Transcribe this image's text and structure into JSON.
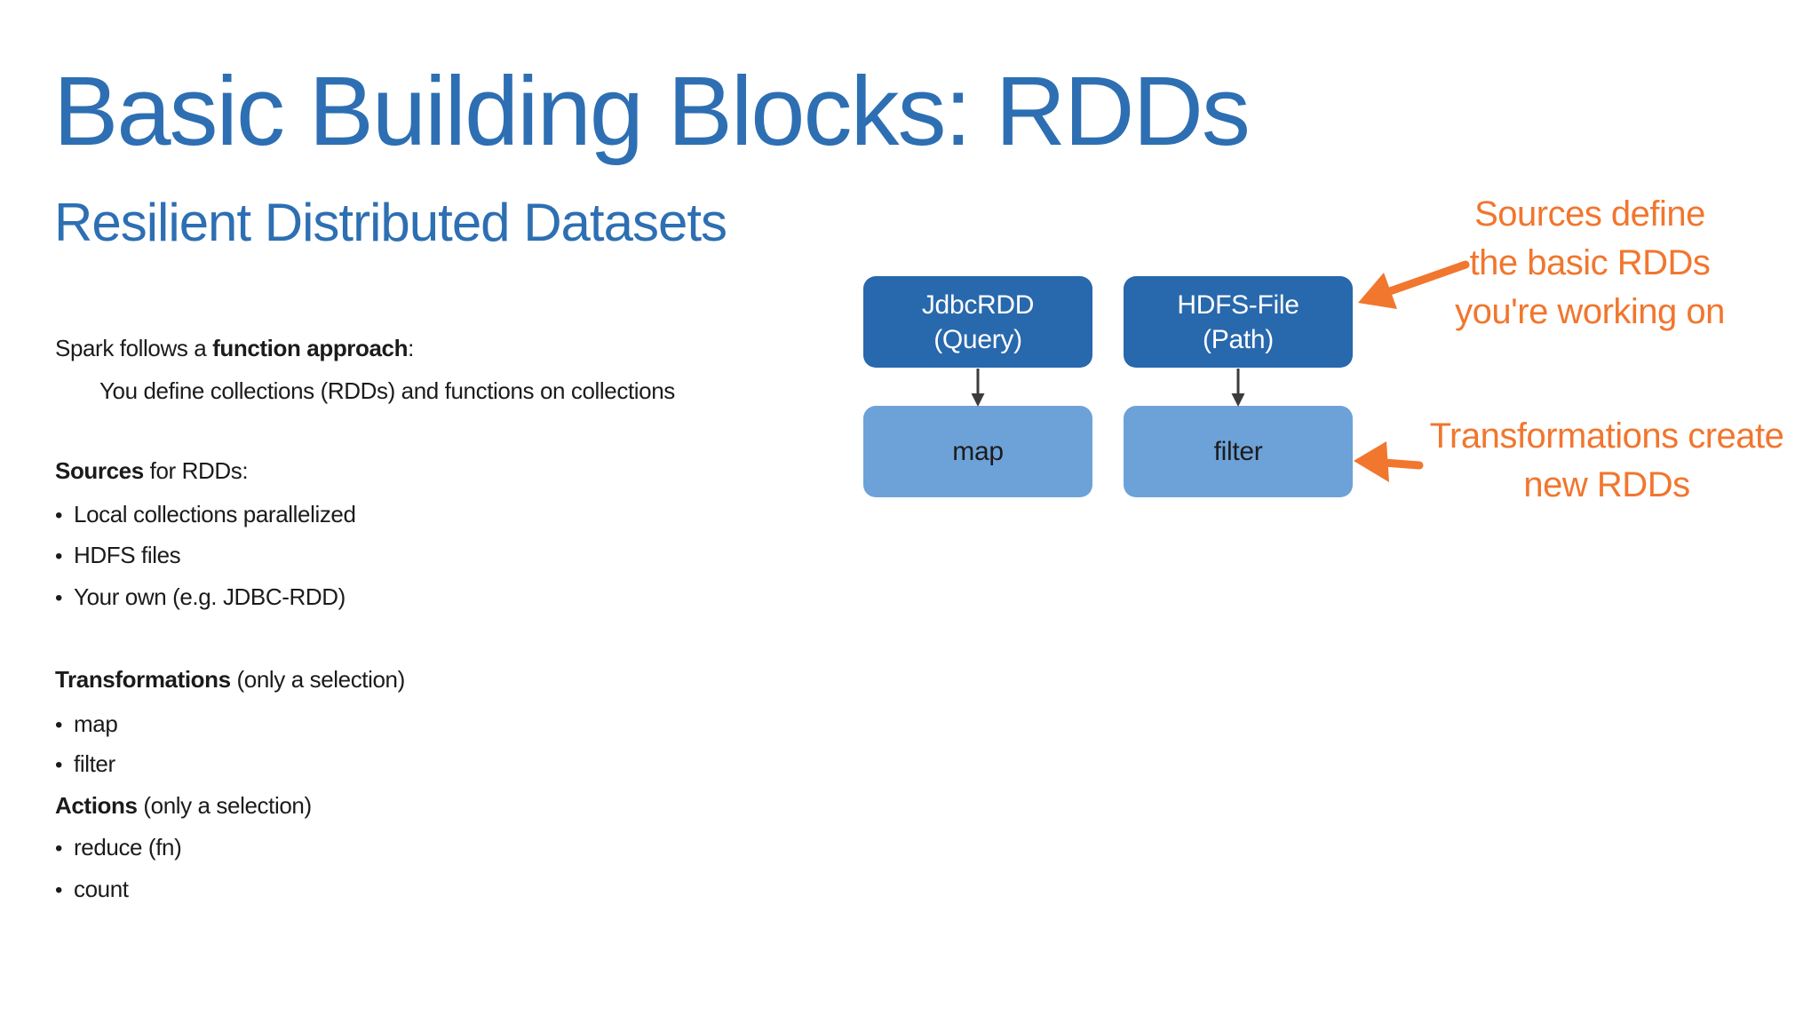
{
  "slide": {
    "title": "Basic Building Blocks: RDDs",
    "subtitle": "Resilient Distributed Datasets"
  },
  "body": {
    "bullet_char": "•",
    "intro": {
      "prefix": "Spark follows a ",
      "bold": "function approach",
      "suffix": ":"
    },
    "intro_sub": "You define collections (RDDs) and functions on collections",
    "sources_heading": {
      "bold": "Sources",
      "suffix": " for RDDs:"
    },
    "sources_bullets": [
      "Local collections parallelized",
      "HDFS files",
      "Your own (e.g. JDBC-RDD)"
    ],
    "transformations_heading": {
      "bold": "Transformations",
      "suffix": " (only a selection)"
    },
    "transformations_bullets": [
      "map",
      "filter"
    ],
    "actions_heading": {
      "bold": "Actions",
      "suffix": " (only a selection)"
    },
    "actions_bullets": [
      "reduce (fn)",
      "count"
    ]
  },
  "diagram": {
    "source_boxes": [
      {
        "line1": "JdbcRDD",
        "line2": "(Query)"
      },
      {
        "line1": "HDFS-File",
        "line2": "(Path)"
      }
    ],
    "transform_boxes": [
      "map",
      "filter"
    ],
    "colors": {
      "source_box_fill": "#2868ac",
      "transform_box_fill": "#6da2d8",
      "source_box_text": "#ffffff",
      "transform_box_text": "#1c1c1c",
      "connector": "#3c3c3c",
      "title_blue": "#2d6fb2",
      "annotation_orange": "#f1762e"
    }
  },
  "annotations": {
    "sources_note": {
      "line1": "Sources define",
      "line2": "the basic RDDs",
      "line3": "you're working on"
    },
    "transformations_note": {
      "line1": "Transformations create",
      "line2": "new RDDs"
    }
  }
}
